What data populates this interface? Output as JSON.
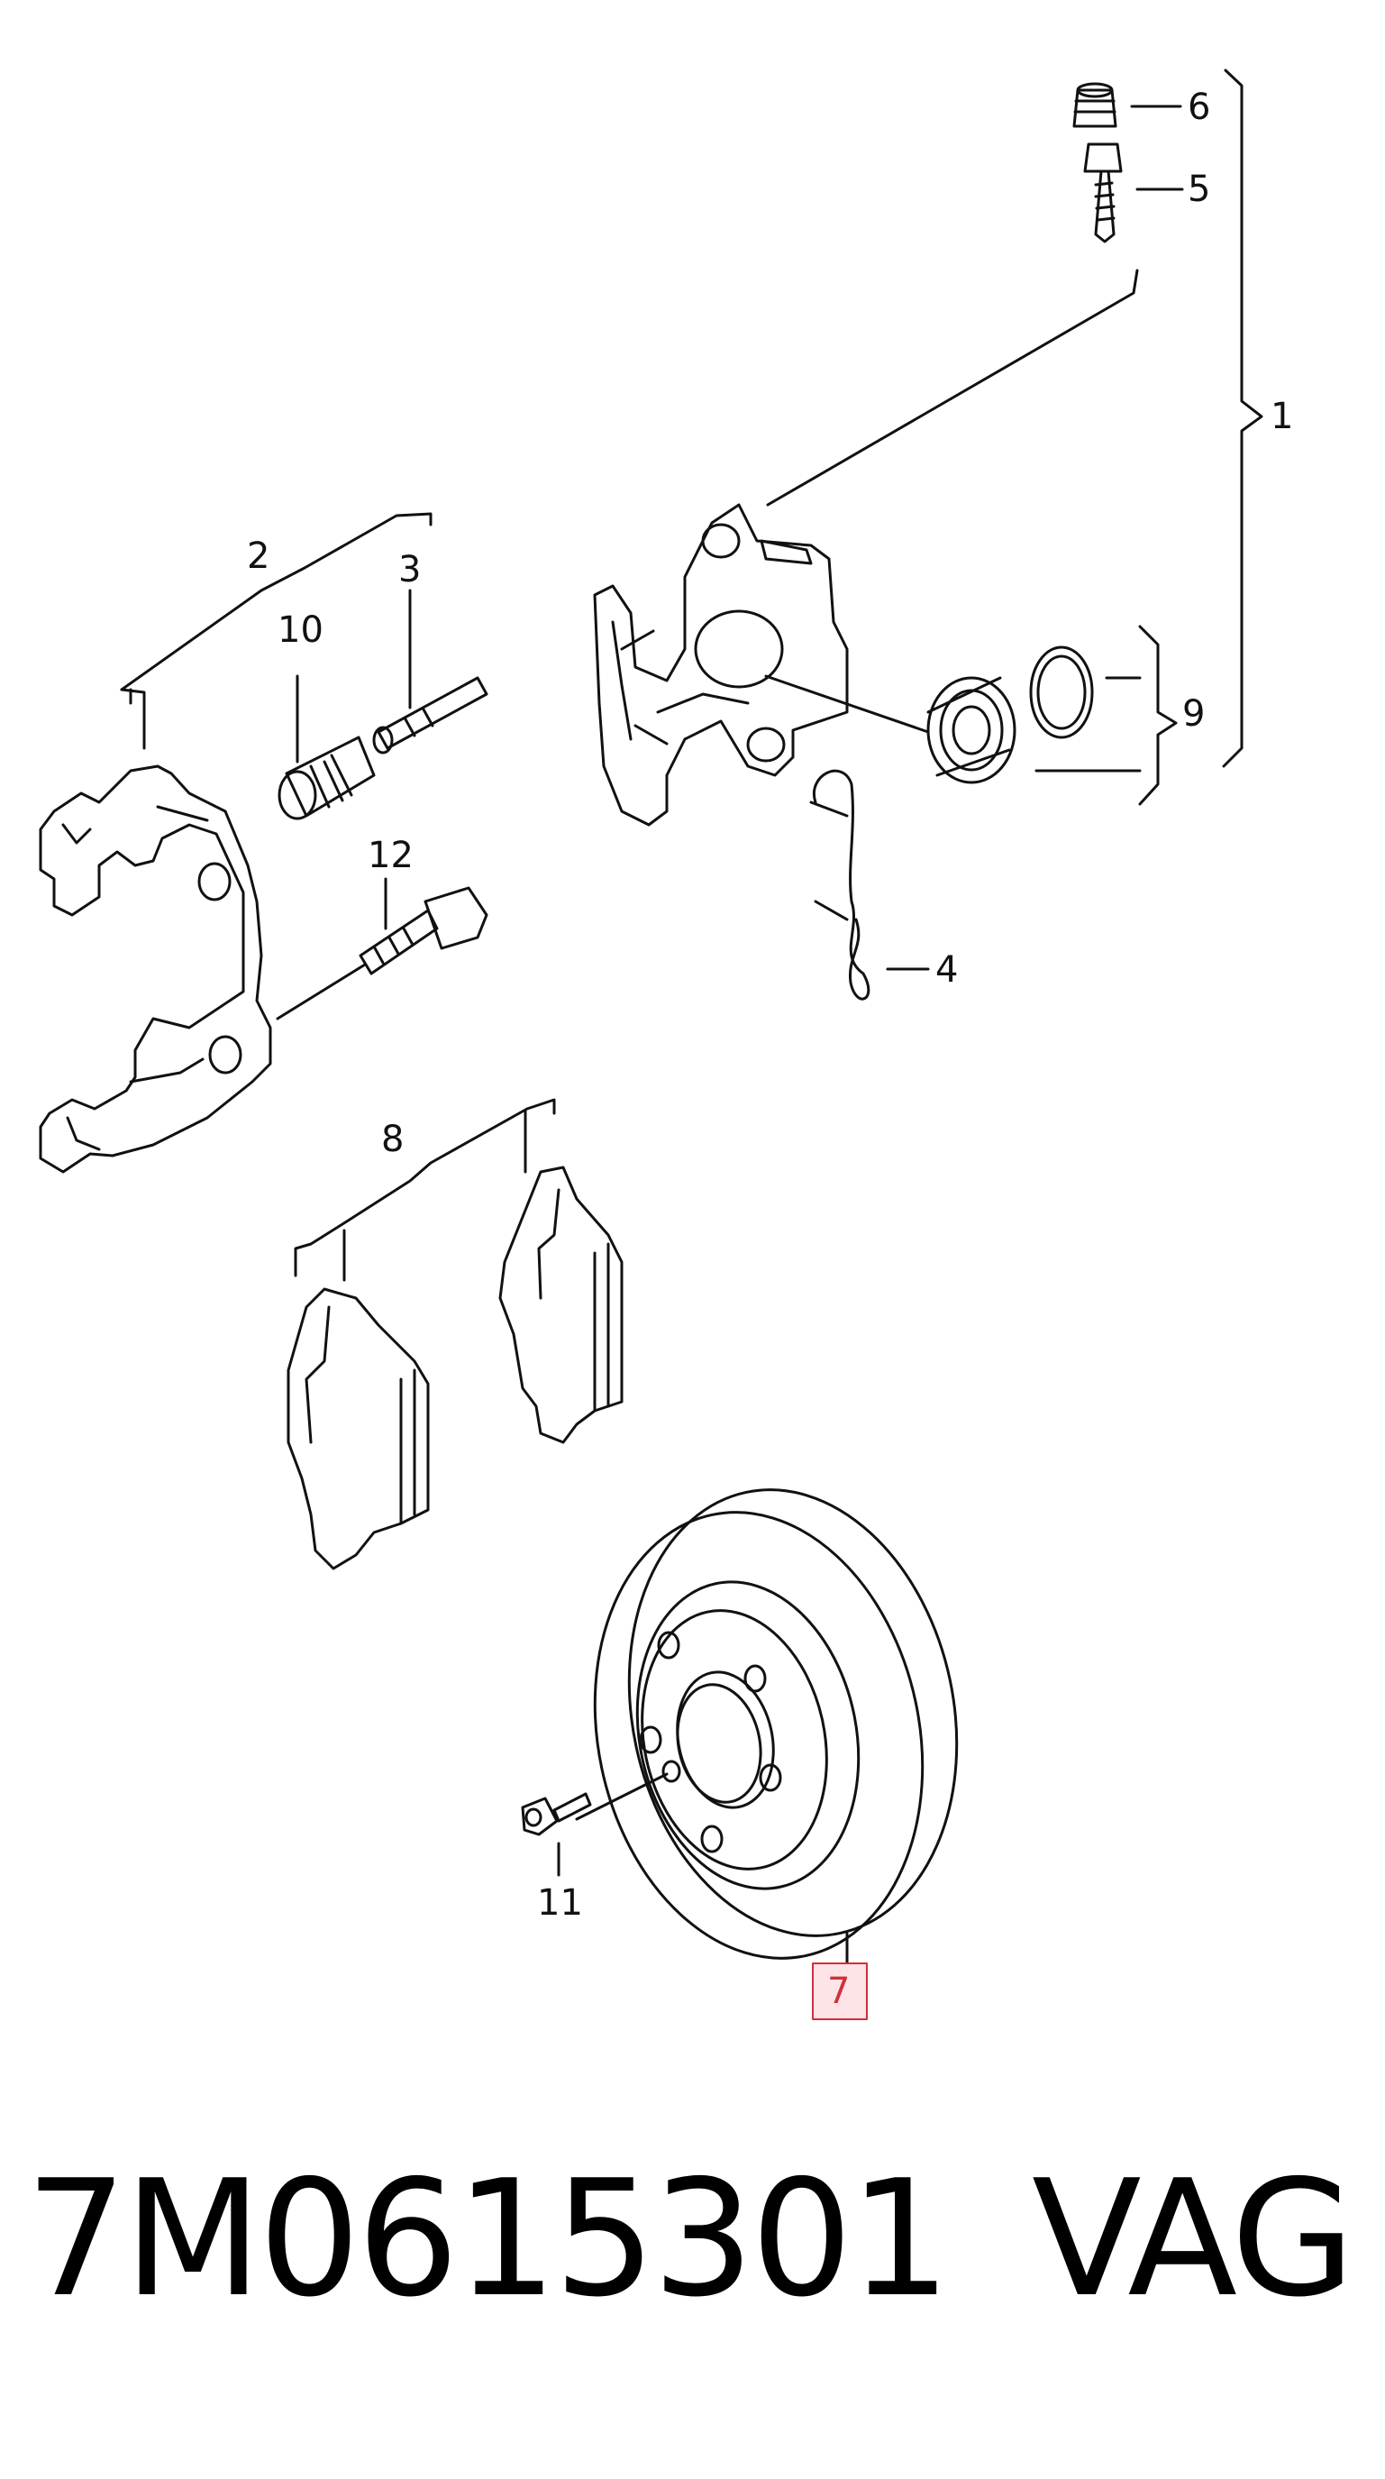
{
  "callouts": {
    "c1": "1",
    "c2": "2",
    "c3": "3",
    "c4": "4",
    "c5": "5",
    "c6": "6",
    "c7": "7",
    "c8": "8",
    "c9": "9",
    "c10": "10",
    "c11": "11",
    "c12": "12"
  },
  "highlighted_callout": "7",
  "highlight_color": "#d0303a",
  "footer": {
    "part_number": "7M0615301",
    "brand": "VAG"
  }
}
